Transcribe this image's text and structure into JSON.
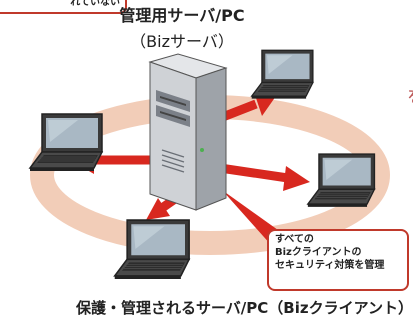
{
  "top_note": "れていない",
  "server": {
    "title": "管理用サーバ/PC",
    "subtitle": "（Bizサーバ）"
  },
  "edge_char": "を",
  "callout": {
    "line1": "すべての",
    "line2": "Bizクライアントの",
    "line3": "セキュリティ対策を管理"
  },
  "caption": "保護・管理されるサーバ/PC（Bizクライアント）",
  "colors": {
    "ring": "#f2cdb8",
    "arrow": "#d8281f",
    "callout_border": "#c0392b",
    "laptop_body": "#3a3a3a",
    "screen": "#a9b8c4",
    "server_body": "#cfd2d6"
  },
  "icons": [
    "server-tower-icon",
    "laptop-icon"
  ]
}
